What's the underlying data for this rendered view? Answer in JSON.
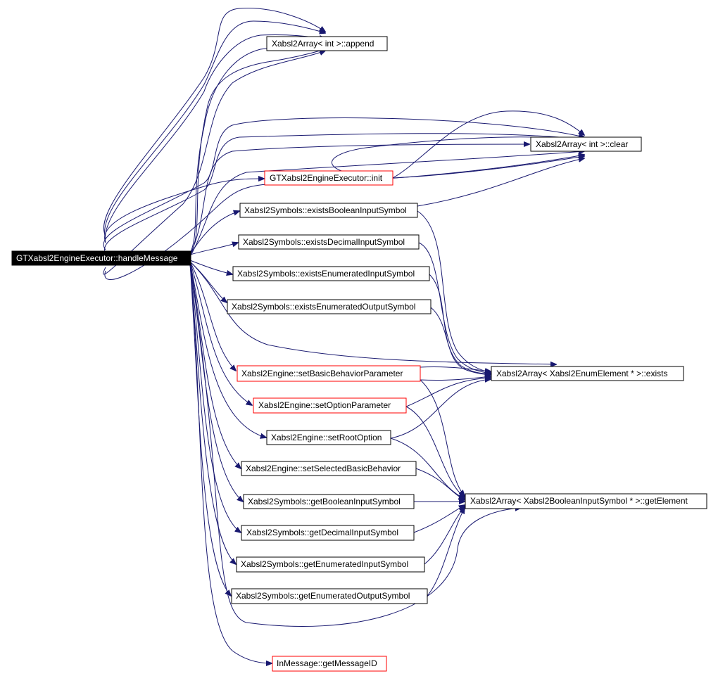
{
  "graph": {
    "root": {
      "label": "GTXabsl2EngineExecutor::handleMessage",
      "fill": "#000000",
      "text_color": "#ffffff"
    },
    "nodes": [
      {
        "id": "append",
        "label": "Xabsl2Array< int >::append",
        "border": "#000000"
      },
      {
        "id": "clear",
        "label": "Xabsl2Array< int >::clear",
        "border": "#000000"
      },
      {
        "id": "init",
        "label": "GTXabsl2EngineExecutor::init",
        "border": "#ff0000"
      },
      {
        "id": "existsBool",
        "label": "Xabsl2Symbols::existsBooleanInputSymbol",
        "border": "#000000"
      },
      {
        "id": "existsDec",
        "label": "Xabsl2Symbols::existsDecimalInputSymbol",
        "border": "#000000"
      },
      {
        "id": "existsEnumIn",
        "label": "Xabsl2Symbols::existsEnumeratedInputSymbol",
        "border": "#000000"
      },
      {
        "id": "existsEnumOut",
        "label": "Xabsl2Symbols::existsEnumeratedOutputSymbol",
        "border": "#000000"
      },
      {
        "id": "exists",
        "label": "Xabsl2Array< Xabsl2EnumElement * >::exists",
        "border": "#000000"
      },
      {
        "id": "setBasic",
        "label": "Xabsl2Engine::setBasicBehaviorParameter",
        "border": "#ff0000"
      },
      {
        "id": "setOption",
        "label": "Xabsl2Engine::setOptionParameter",
        "border": "#ff0000"
      },
      {
        "id": "setRoot",
        "label": "Xabsl2Engine::setRootOption",
        "border": "#000000"
      },
      {
        "id": "setSelected",
        "label": "Xabsl2Engine::setSelectedBasicBehavior",
        "border": "#000000"
      },
      {
        "id": "getElement",
        "label": "Xabsl2Array< Xabsl2BooleanInputSymbol * >::getElement",
        "border": "#000000"
      },
      {
        "id": "getBool",
        "label": "Xabsl2Symbols::getBooleanInputSymbol",
        "border": "#000000"
      },
      {
        "id": "getDec",
        "label": "Xabsl2Symbols::getDecimalInputSymbol",
        "border": "#000000"
      },
      {
        "id": "getEnumIn",
        "label": "Xabsl2Symbols::getEnumeratedInputSymbol",
        "border": "#000000"
      },
      {
        "id": "getEnumOut",
        "label": "Xabsl2Symbols::getEnumeratedOutputSymbol",
        "border": "#000000"
      },
      {
        "id": "getMsgID",
        "label": "InMessage::getMessageID",
        "border": "#ff0000"
      }
    ],
    "edge_color": "#191970"
  }
}
